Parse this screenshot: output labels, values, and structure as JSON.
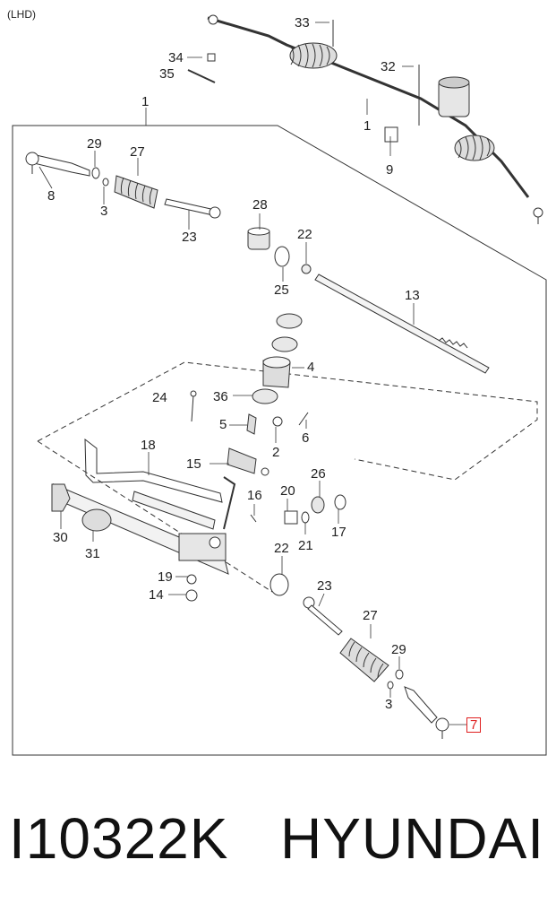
{
  "header_note": "(LHD)",
  "highlight_color": "#e02020",
  "callouts": {
    "c33": "33",
    "c34": "34",
    "c35": "35",
    "c32": "32",
    "c1a": "1",
    "c1b": "1",
    "c9": "9",
    "c29a": "29",
    "c27a": "27",
    "c8": "8",
    "c3a": "3",
    "c28": "28",
    "c23a": "23",
    "c22a": "22",
    "c25": "25",
    "c13": "13",
    "c4": "4",
    "c24": "24",
    "c36": "36",
    "c5": "5",
    "c2": "2",
    "c6": "6",
    "c18": "18",
    "c15": "15",
    "c16": "16",
    "c20": "20",
    "c26": "26",
    "c21": "21",
    "c17": "17",
    "c30": "30",
    "c31": "31",
    "c22b": "22",
    "c19": "19",
    "c14": "14",
    "c23b": "23",
    "c27b": "27",
    "c29b": "29",
    "c3b": "3",
    "c7": "7"
  },
  "caption": {
    "part_number": "I10322K",
    "brand": "HYUNDAI"
  }
}
